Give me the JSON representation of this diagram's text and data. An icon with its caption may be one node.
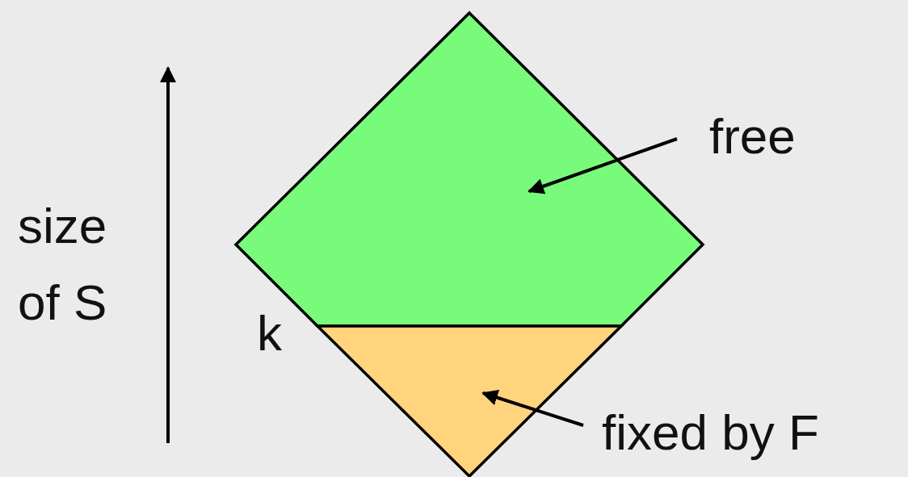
{
  "diagram": {
    "nodes": [
      {
        "text": [
          "free"
        ]
      },
      {
        "text": [],
        "shape": "pentagon"
      },
      {
        "text": [
          "fixed by F"
        ]
      },
      {
        "text": [],
        "shape": "triangle"
      }
    ],
    "edges": [
      {
        "from": 0,
        "to": 1,
        "arrow": "to"
      },
      {
        "from": 2,
        "to": 3,
        "arrow": "to"
      }
    ],
    "labels": [
      "size of S",
      "k"
    ]
  }
}
